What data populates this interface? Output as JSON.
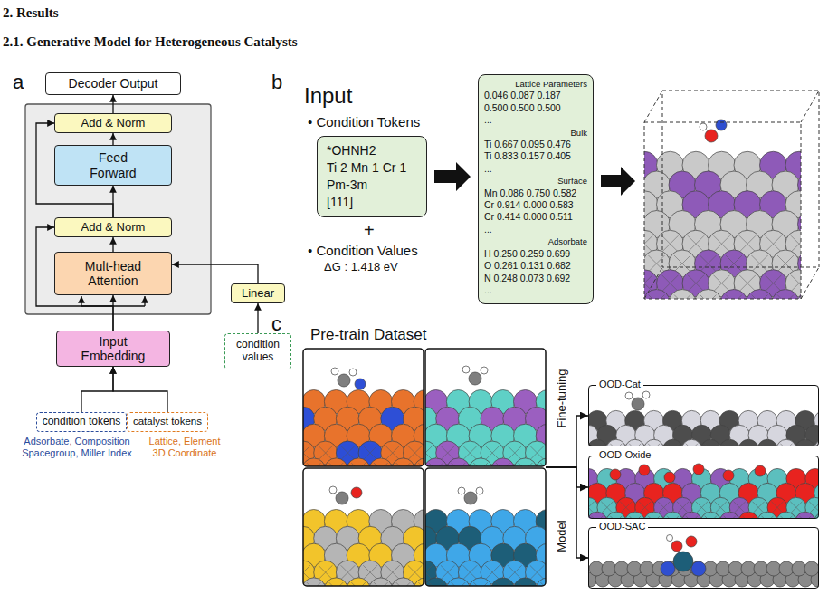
{
  "diagram": {
    "title": "2.1. Generative Model for Heterogeneous Catalysts",
    "nodes": [
      {
        "text": [
          "Decoder Output"
        ]
      },
      {
        "text": [
          "Add & Norm"
        ]
      },
      {
        "text": [
          "Feed Forward"
        ]
      },
      {
        "text": [
          "Add & Norm"
        ]
      },
      {
        "text": [
          "Mult-head Attention"
        ]
      },
      {
        "text": [
          "Linear"
        ]
      },
      {
        "text": [
          "Input Embedding"
        ]
      },
      {
        "text": [
          "condition values"
        ]
      },
      {
        "text": [
          "condition tokens"
        ]
      },
      {
        "text": [
          "catalyst tokens"
        ]
      },
      {
        "text": [
          "*OHNH2",
          "Ti 2 Mn 1 Cr 1",
          "Pm-3m",
          "[111]"
        ]
      },
      {
        "text": [
          "Lattice Parameters",
          "0.046 0.087 0.187",
          "0.500 0.500 0.500",
          "...",
          "Bulk",
          "Ti 0.667 0.095 0.476",
          "Ti 0.833 0.157 0.405",
          "...",
          "Surface",
          "Mn 0.086 0.750 0.582",
          "Cr 0.914 0.000 0.583",
          "Cr 0.414 0.000 0.511",
          "...",
          "Adsorbate",
          "H 0.250 0.259 0.699",
          "O 0.261 0.131 0.682",
          "N 0.248 0.073 0.692",
          "..."
        ]
      },
      {
        "text": [
          "Pre-train Dataset"
        ]
      },
      {
        "text": [
          "OOD-Cat"
        ]
      },
      {
        "text": [
          "OOD-Oxide"
        ]
      },
      {
        "text": [
          "OOD-SAC"
        ]
      }
    ],
    "edges": [
      {
        "from": 8,
        "to": 6,
        "arrow": "to"
      },
      {
        "from": 9,
        "to": 6,
        "arrow": "to"
      },
      {
        "from": 6,
        "to": 4,
        "arrow": "to"
      },
      {
        "from": 6,
        "to": 3,
        "arrow": "to"
      },
      {
        "from": 7,
        "to": 5,
        "arrow": "to"
      },
      {
        "from": 5,
        "to": 4,
        "arrow": "to"
      },
      {
        "from": 4,
        "to": 3,
        "arrow": "to"
      },
      {
        "from": 3,
        "to": 2,
        "arrow": "to"
      },
      {
        "from": 3,
        "to": 1,
        "arrow": "to"
      },
      {
        "from": 2,
        "to": 1,
        "arrow": "to"
      },
      {
        "from": 1,
        "to": 0,
        "arrow": "to"
      },
      {
        "from": 10,
        "to": 11,
        "arrow": "to"
      },
      {
        "from": 12,
        "to": 13,
        "arrow": "to"
      },
      {
        "from": 12,
        "to": 14,
        "arrow": "to"
      },
      {
        "from": 12,
        "to": 15,
        "arrow": "to"
      }
    ],
    "labels": [
      "2. Results",
      "a",
      "Adsorbate, Composition Spacegroup, Miller Index",
      "Lattice, Element 3D Coordinate",
      "b",
      "Input",
      "• Condition Tokens",
      "+",
      "• Condition Values",
      "ΔG : 1.418 eV",
      "c",
      "Fine-tuning",
      "Model"
    ]
  }
}
